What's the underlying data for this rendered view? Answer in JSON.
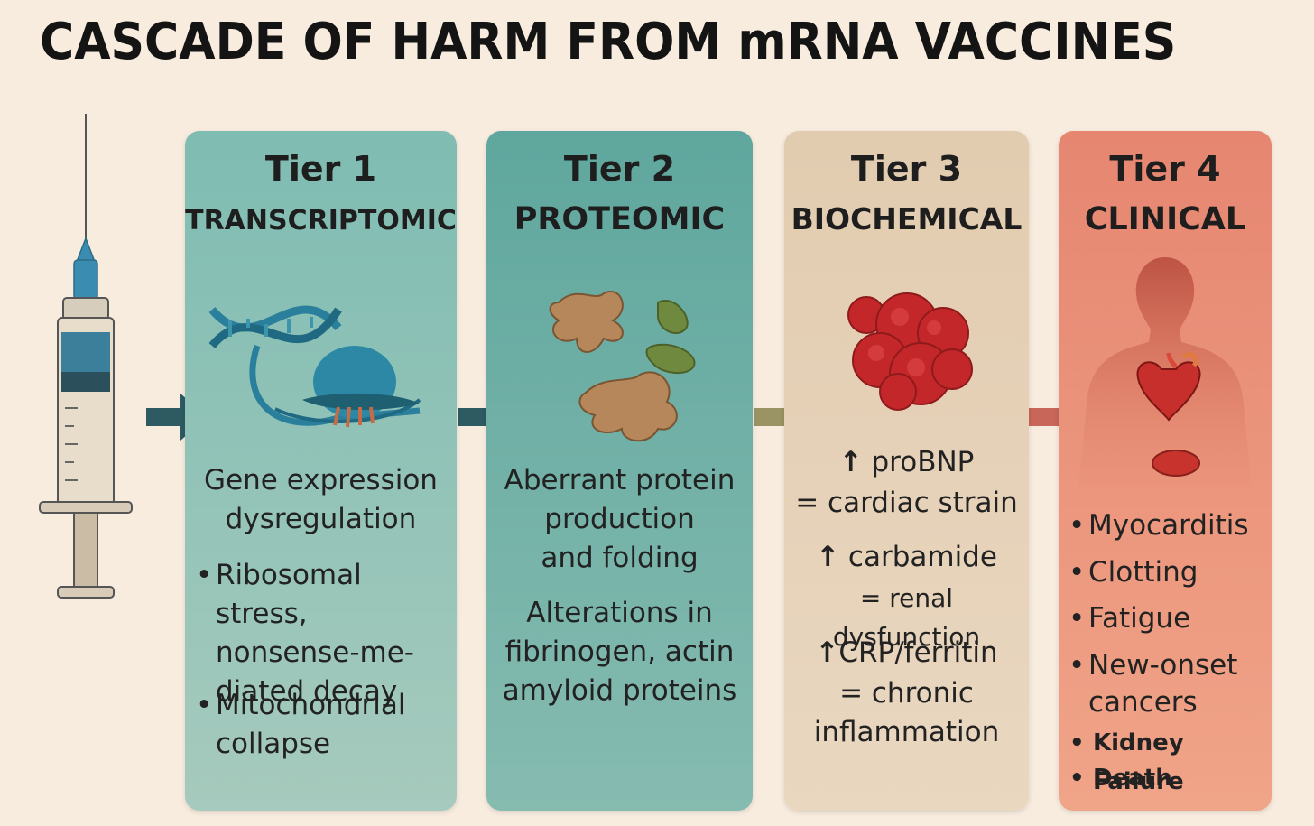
{
  "title": "CASCADE OF HARM FROM mRNA VACCINES",
  "tiers": [
    {
      "tier": "Tier 1",
      "category": "TRANSCRIPTOMIC",
      "lead_lines": [
        "Gene expression",
        "dysregulation"
      ],
      "bullets": [
        {
          "lines": [
            "Ribosomal stress,",
            "nonsense-me-",
            "diated decay"
          ]
        },
        {
          "lines": [
            "Mitochondrial",
            "collapse"
          ]
        }
      ]
    },
    {
      "tier": "Tier 2",
      "category": "PROTEOMIC",
      "text1_lines": [
        "Aberrant protein",
        "production",
        "and folding"
      ],
      "text2_lines": [
        "Alterations in",
        "fibrinogen, actin",
        "amyloid proteins"
      ]
    },
    {
      "tier": "Tier 3",
      "category": "BIOCHEMICAL",
      "markers": [
        {
          "arrow": "↑",
          "marker": "proBNP",
          "meaning": "= cardiac strain"
        },
        {
          "arrow": "↑",
          "marker": "carbamide",
          "meaning": "= renal dysfunction"
        },
        {
          "arrow": "↑",
          "marker": "CRP/ferritin",
          "meaning_lines": [
            "= chronic",
            "inflammation"
          ]
        }
      ]
    },
    {
      "tier": "Tier 4",
      "category": "CLINICAL",
      "outcomes": [
        "Myocarditis",
        "Clotting",
        "Fatigue",
        "New-onset",
        "cancers",
        "Kidney Failure",
        "Death"
      ]
    }
  ],
  "icons": {
    "syringe": "syringe-icon",
    "dna": "dna-ribosome-icon",
    "proteins": "protein-aggregate-icon",
    "blood": "blood-cells-icon",
    "body": "human-body-icon"
  },
  "colors": {
    "tier1": "#7fbcb2",
    "tier2": "#5fa79e",
    "tier3": "#e2ccb0",
    "tier4": "#e68671",
    "arrow1": "#2e5a62",
    "arrow2": "#2e5a62",
    "arrow3": "#9a9464",
    "arrow4": "#c8665a"
  }
}
